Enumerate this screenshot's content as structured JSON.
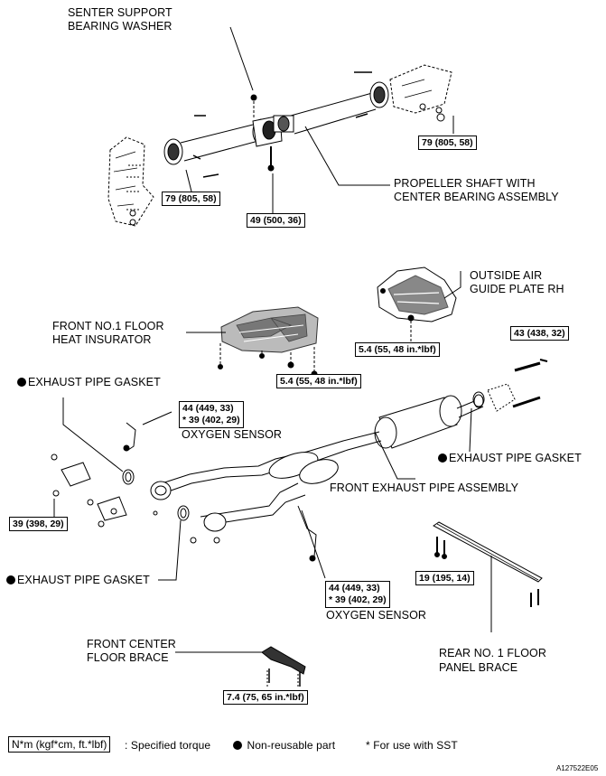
{
  "labels": {
    "center_bearing_washer": [
      "SENTER SUPPORT",
      "BEARING WASHER"
    ],
    "propeller_shaft": [
      "PROPELLER  SHAFT WITH",
      "CENTER BEARING ASSEMBLY"
    ],
    "outside_air_guide": [
      "OUTSIDE AIR",
      "GUIDE PLATE RH"
    ],
    "heat_insulator": [
      "FRONT NO.1 FLOOR",
      "HEAT INSURATOR"
    ],
    "exhaust_gasket_top": "EXHAUST PIPE GASKET",
    "oxygen_sensor_top": "OXYGEN SENSOR",
    "exhaust_gasket_right": "EXHAUST PIPE GASKET",
    "front_exhaust_pipe": "FRONT EXHAUST PIPE ASSEMBLY",
    "exhaust_gasket_bottom": "EXHAUST PIPE GASKET",
    "oxygen_sensor_bottom": "OXYGEN SENSOR",
    "front_center_brace": [
      "FRONT CENTER",
      "FLOOR BRACE"
    ],
    "rear_floor_brace": [
      "REAR NO. 1 FLOOR",
      "PANEL  BRACE"
    ]
  },
  "torque": {
    "shaft_right": "79 (805, 58)",
    "shaft_left": "79 (805, 58)",
    "shaft_center": "49 (500, 36)",
    "guide_plate": "5.4 (55, 48 in.*lbf)",
    "exhaust_tail": "43 (438, 32)",
    "insulator": "5.4 (55, 48 in.*lbf)",
    "o2_top_a": "44 (449, 33)",
    "o2_top_b": "* 39 (402, 29)",
    "manifold": "39 (398, 29)",
    "rear_brace": "19 (195, 14)",
    "o2_bottom_a": "44 (449, 33)",
    "o2_bottom_b": "* 39 (402, 29)",
    "center_brace": "7.4 (75, 65 in.*lbf)"
  },
  "legend": {
    "unit_box": "N*m (kgf*cm, ft.*lbf)",
    "unit_desc": ": Specified torque",
    "nonreusable": "Non-reusable part",
    "sst": "* For use with SST"
  },
  "figure_id": "A127522E05"
}
